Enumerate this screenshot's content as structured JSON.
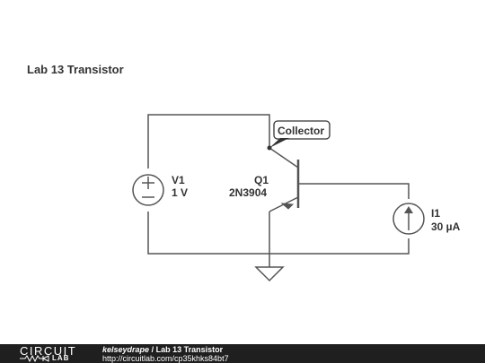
{
  "page": {
    "title": "Lab 13 Transistor"
  },
  "components": {
    "v1": {
      "name": "V1",
      "value": "1 V"
    },
    "q1": {
      "name": "Q1",
      "model": "2N3904"
    },
    "i1": {
      "name": "I1",
      "value": "30 µA"
    }
  },
  "annotation": {
    "text": "Collector"
  },
  "footer": {
    "logo_top": "CIRCUIT",
    "logo_bottom": "LAB",
    "user": "kelseydrape",
    "separator": "/",
    "title": "Lab 13 Transistor",
    "url": "http://circuitlab.com/cp35khks84bt7"
  },
  "colors": {
    "wire": "#555555",
    "background": "#ffffff",
    "footer_bg": "#1f1f1f",
    "text": "#333333"
  }
}
